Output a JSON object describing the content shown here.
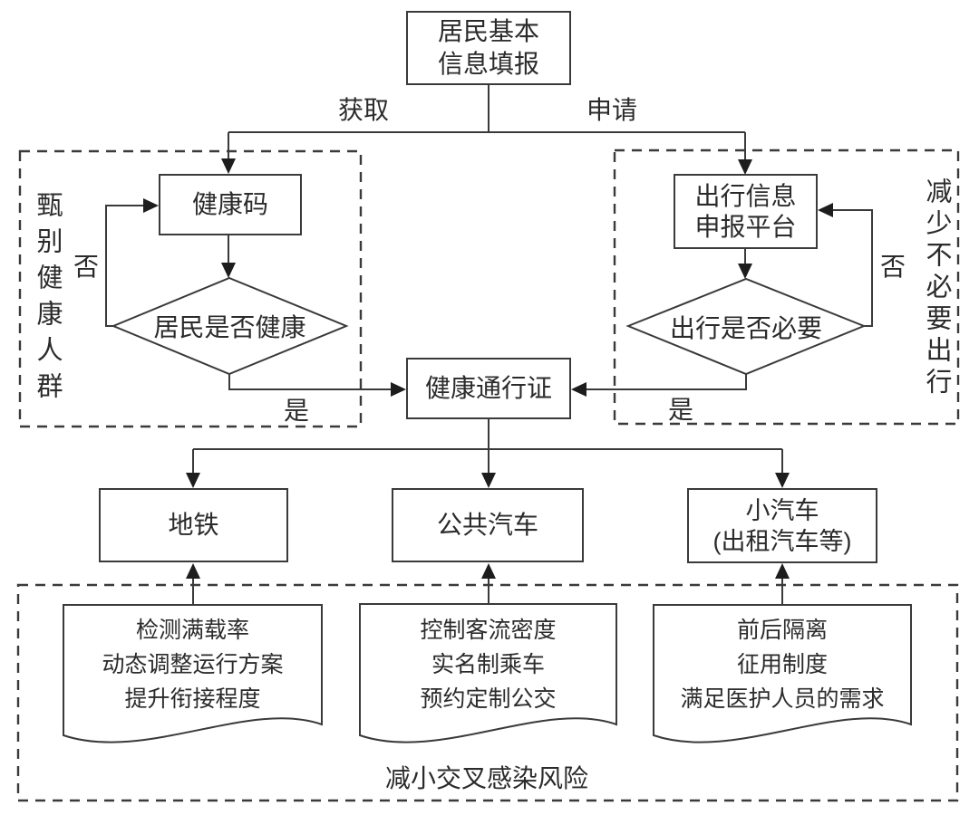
{
  "diagram": {
    "colors": {
      "line": "#3a3a3a",
      "text": "#2b2b2b",
      "background": "#ffffff",
      "fill": "#ffffff"
    },
    "nodes": {
      "start": {
        "line1": "居民基本",
        "line2": "信息填报"
      },
      "health_code": {
        "label": "健康码"
      },
      "travel_platform": {
        "line1": "出行信息",
        "line2": "申报平台"
      },
      "decision_health": {
        "label": "居民是否健康"
      },
      "decision_travel": {
        "label": "出行是否必要"
      },
      "health_pass": {
        "label": "健康通行证"
      },
      "metro": {
        "label": "地铁"
      },
      "bus": {
        "label": "公共汽车"
      },
      "car": {
        "line1": "小汽车",
        "line2": "(出租汽车等)"
      }
    },
    "edge_labels": {
      "obtain": "获取",
      "apply": "申请",
      "no_left": "否",
      "yes_left": "是",
      "no_right": "否",
      "yes_right": "是"
    },
    "groups": {
      "left_goal": "甄别健康人群",
      "right_goal": "减少不必要出行",
      "bottom_goal": "减小交叉感染风险"
    },
    "documents": {
      "metro_measures": [
        "检测满载率",
        "动态调整运行方案",
        "提升衔接程度"
      ],
      "bus_measures": [
        "控制客流密度",
        "实名制乘车",
        "预约定制公交"
      ],
      "car_measures": [
        "前后隔离",
        "征用制度",
        "满足医护人员的需求"
      ]
    }
  }
}
